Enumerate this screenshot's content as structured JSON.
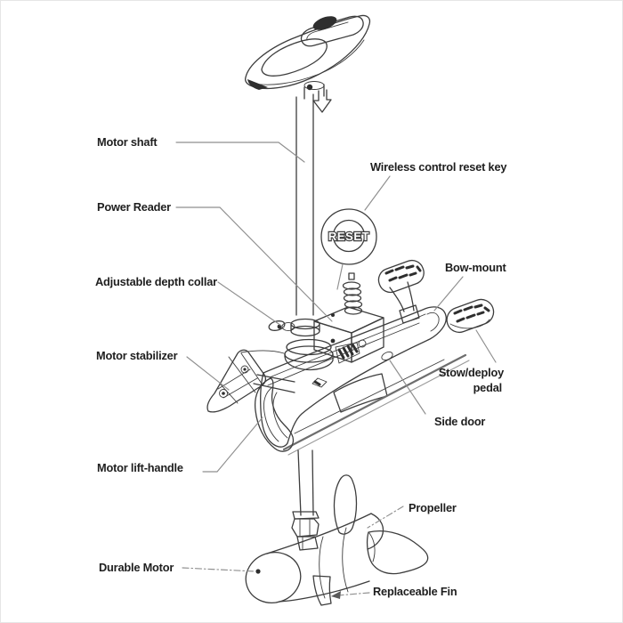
{
  "figure": {
    "type": "technical-line-diagram",
    "subject": "Bow-mount electric trolling motor labeled parts diagram",
    "background_color": "#ffffff",
    "line_color": "#3d3d3d",
    "leader_line_color": "#8f8f8f",
    "label_text_color": "#1e1e1e",
    "reset_button": {
      "label": "RESET"
    },
    "labels": {
      "motor_shaft": "Motor shaft",
      "wireless_control_reset_key": "Wireless control reset key",
      "power_reader": "Power Reader",
      "adjustable_depth_collar": "Adjustable depth collar",
      "bow_mount": "Bow-mount",
      "motor_stabilizer": "Motor stabilizer",
      "stow_deploy_pedal_line1": "Stow/deploy",
      "stow_deploy_pedal_line2": "pedal",
      "side_door": "Side door",
      "motor_lift_handle": "Motor lift-handle",
      "propeller": "Propeller",
      "durable_motor": "Durable Motor",
      "replaceable_fin": "Replaceable Fin"
    }
  }
}
